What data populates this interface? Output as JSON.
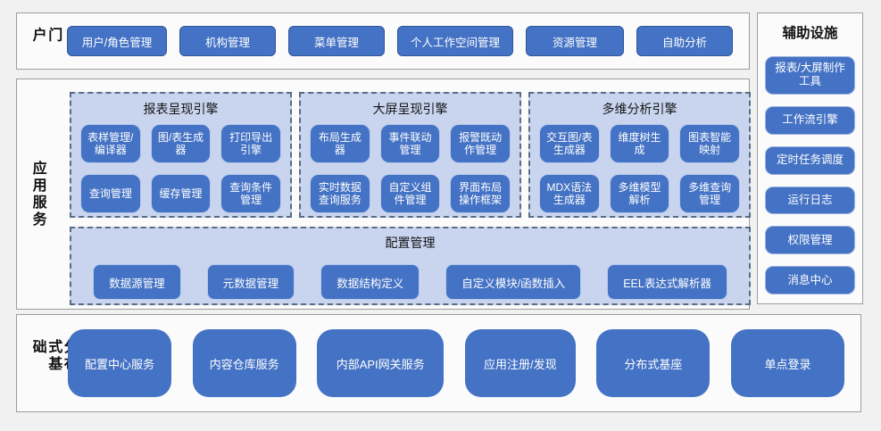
{
  "colors": {
    "accent": "#4472c4",
    "panel_bg": "#c9d5ef",
    "section_bg": "#fbfbfb"
  },
  "portal": {
    "label": "门户",
    "buttons": [
      "用户/角色管理",
      "机构管理",
      "菜单管理",
      "个人工作空间管理",
      "资源管理",
      "自助分析"
    ]
  },
  "app_services": {
    "label": "应用服务",
    "panels": [
      {
        "title": "报表呈现引擎",
        "buttons": [
          "表样管理/编译器",
          "图/表生成器",
          "打印导出引擎",
          "查询管理",
          "缓存管理",
          "查询条件管理"
        ]
      },
      {
        "title": "大屏呈现引擎",
        "buttons": [
          "布局生成器",
          "事件联动管理",
          "报警既动作管理",
          "实时数据查询服务",
          "自定义组件管理",
          "界面布局操作框架"
        ]
      },
      {
        "title": "多维分析引擎",
        "buttons": [
          "交互图/表生成器",
          "维度树生成",
          "图表智能映射",
          "MDX语法生成器",
          "多维模型解析",
          "多维查询管理"
        ]
      }
    ],
    "config": {
      "title": "配置管理",
      "buttons": [
        "数据源管理",
        "元数据管理",
        "数据结构定义",
        "自定义模块/函数插入",
        "EEL表达式解析器"
      ]
    }
  },
  "aux": {
    "title": "辅助设施",
    "buttons": [
      "报表/大屏制作工具",
      "工作流引擎",
      "定时任务调度",
      "运行日志",
      "权限管理",
      "消息中心"
    ]
  },
  "distributed": {
    "label": "分布式基础",
    "buttons": [
      "配置中心服务",
      "内容仓库服务",
      "内部API网关服务",
      "应用注册/发现",
      "分布式基座",
      "单点登录"
    ]
  }
}
